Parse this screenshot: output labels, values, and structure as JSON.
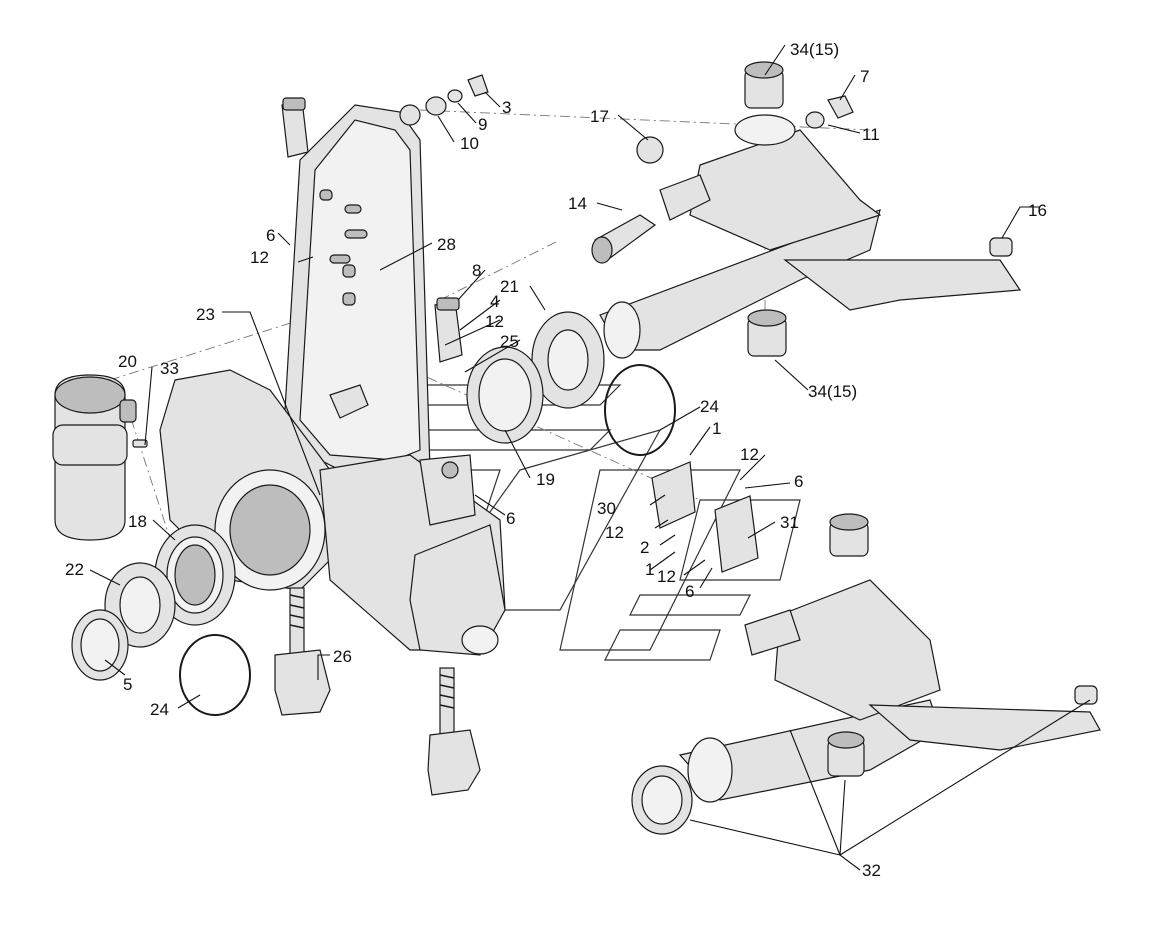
{
  "diagram": {
    "callouts": [
      {
        "id": "c34a",
        "label": "34(15)"
      },
      {
        "id": "c7",
        "label": "7"
      },
      {
        "id": "c11",
        "label": "11"
      },
      {
        "id": "c3",
        "label": "3"
      },
      {
        "id": "c9",
        "label": "9"
      },
      {
        "id": "c10",
        "label": "10"
      },
      {
        "id": "c17",
        "label": "17"
      },
      {
        "id": "c14",
        "label": "14"
      },
      {
        "id": "c16",
        "label": "16"
      },
      {
        "id": "c6a",
        "label": "6"
      },
      {
        "id": "c12a",
        "label": "12"
      },
      {
        "id": "c28",
        "label": "28"
      },
      {
        "id": "c8",
        "label": "8"
      },
      {
        "id": "c21",
        "label": "21"
      },
      {
        "id": "c4",
        "label": "4"
      },
      {
        "id": "c12b",
        "label": "12"
      },
      {
        "id": "c25",
        "label": "25"
      },
      {
        "id": "c23",
        "label": "23"
      },
      {
        "id": "c20",
        "label": "20"
      },
      {
        "id": "c33",
        "label": "33"
      },
      {
        "id": "c34b",
        "label": "34(15)"
      },
      {
        "id": "c24a",
        "label": "24"
      },
      {
        "id": "c1a",
        "label": "1"
      },
      {
        "id": "c19",
        "label": "19"
      },
      {
        "id": "c12c",
        "label": "12"
      },
      {
        "id": "c6b",
        "label": "6"
      },
      {
        "id": "c30",
        "label": "30"
      },
      {
        "id": "c6c",
        "label": "6"
      },
      {
        "id": "c31",
        "label": "31"
      },
      {
        "id": "c12d",
        "label": "12"
      },
      {
        "id": "c2",
        "label": "2"
      },
      {
        "id": "c18",
        "label": "18"
      },
      {
        "id": "c1b",
        "label": "1"
      },
      {
        "id": "c12e",
        "label": "12"
      },
      {
        "id": "c6d",
        "label": "6"
      },
      {
        "id": "c22",
        "label": "22"
      },
      {
        "id": "c26",
        "label": "26"
      },
      {
        "id": "c5",
        "label": "5"
      },
      {
        "id": "c24b",
        "label": "24"
      },
      {
        "id": "c32",
        "label": "32"
      }
    ]
  }
}
